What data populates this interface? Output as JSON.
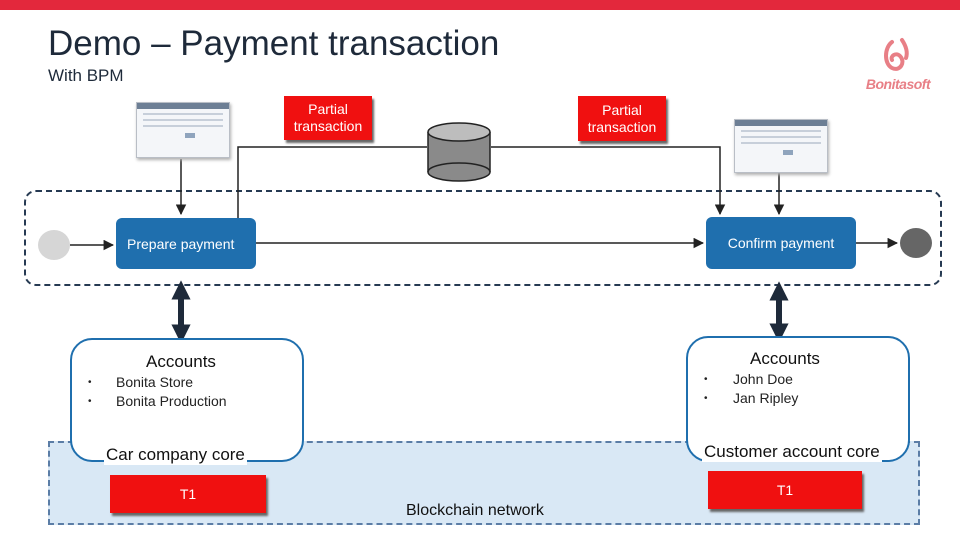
{
  "header": {
    "title": "Demo – Payment transaction",
    "subtitle": "With BPM",
    "logo_text": "Bonitasoft"
  },
  "partial_transactions": [
    {
      "label": "Partial transaction"
    },
    {
      "label": "Partial transaction"
    }
  ],
  "process": {
    "tasks": [
      {
        "label": "Prepare payment"
      },
      {
        "label": "Confirm payment"
      }
    ]
  },
  "accounts": [
    {
      "title": "Accounts",
      "items": [
        "Bonita Store",
        "Bonita Production"
      ],
      "core": "Car company core",
      "token": "T1"
    },
    {
      "title": "Accounts",
      "items": [
        "John Doe",
        "Jan Ripley"
      ],
      "core": "Customer account core",
      "token": "T1"
    }
  ],
  "blockchain": {
    "label": "Blockchain network"
  },
  "colors": {
    "accent_red": "#e3283c",
    "task_blue": "#1f6fae",
    "lane_dark": "#263a52",
    "blockchain_fill": "#d9e8f5",
    "token_red": "#f01010"
  },
  "icons": [
    "database-icon",
    "bonitasoft-logo-icon",
    "screenshot-thumbnail-icon"
  ]
}
